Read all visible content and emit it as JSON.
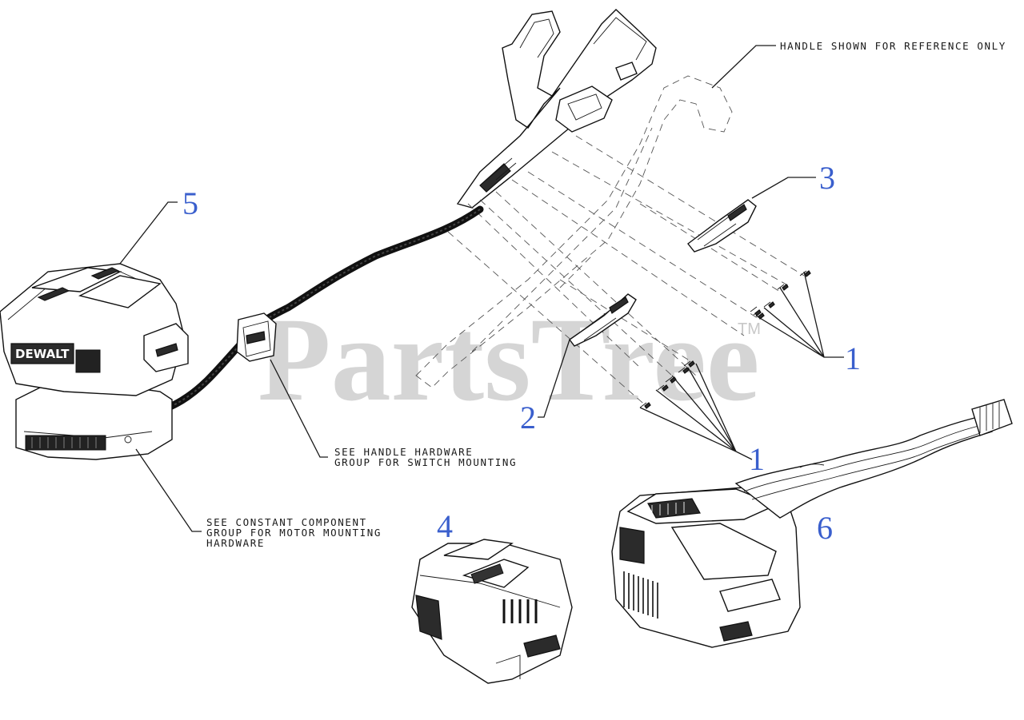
{
  "watermark": {
    "text": "PartsTree",
    "trademark": "TM"
  },
  "notes": {
    "handle_reference": "HANDLE SHOWN FOR REFERENCE ONLY",
    "handle_hardware_line1": "SEE HANDLE HARDWARE",
    "handle_hardware_line2": "GROUP FOR SWITCH MOUNTING",
    "constant_component_line1": "SEE CONSTANT COMPONENT",
    "constant_component_line2": "GROUP FOR MOTOR MOUNTING",
    "constant_component_line3": "HARDWARE"
  },
  "callouts": {
    "motor": "5",
    "bracket_upper": "3",
    "screws_upper": "1",
    "bracket_lower": "2",
    "screws_lower": "1",
    "battery": "4",
    "charger": "6"
  },
  "branding": {
    "motor_logo": "DEWALT"
  },
  "colors": {
    "callout": "#3a5fcd",
    "watermark": "#c8c8c8",
    "line": "#1a1a1a"
  }
}
